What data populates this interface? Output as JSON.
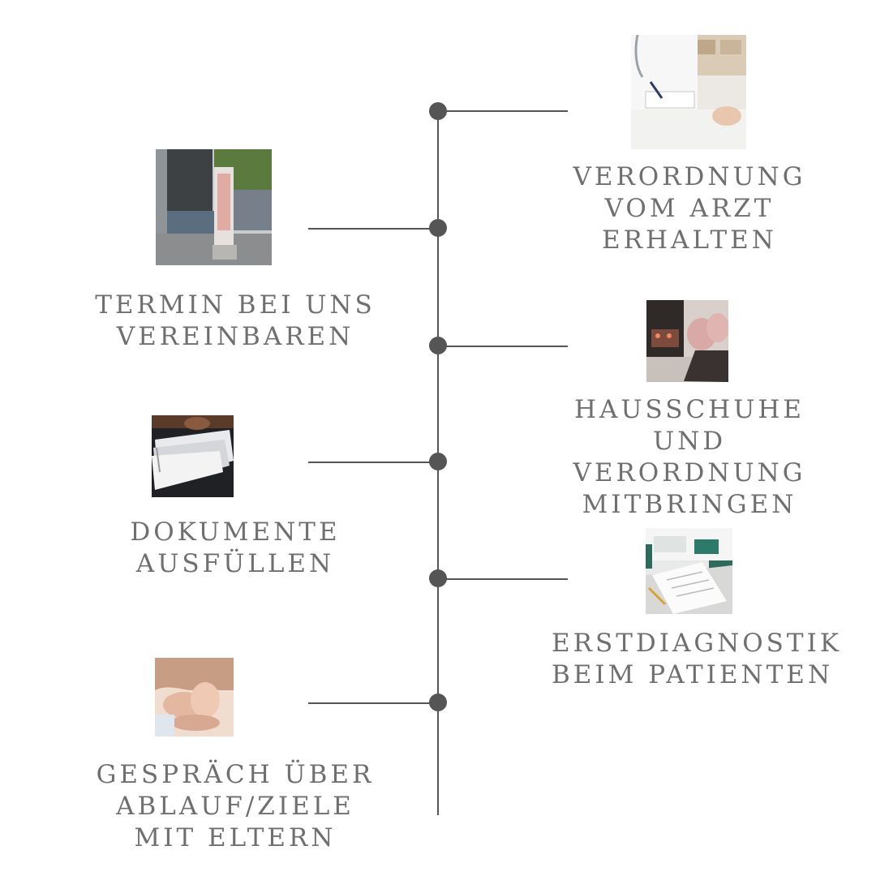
{
  "steps": [
    {
      "id": "verordnung",
      "side": "right",
      "image": "doctor-writing-prescription-photo",
      "lines": [
        "VERORDNUNG",
        "VOM ARZT",
        "ERHALTEN"
      ]
    },
    {
      "id": "termin",
      "side": "left",
      "image": "practice-building-sign-photo",
      "lines": [
        "TERMIN BEI UNS",
        "VEREINBAREN"
      ]
    },
    {
      "id": "hausschuhe",
      "side": "right",
      "image": "pink-slippers-photo",
      "lines": [
        "HAUSSCHUHE",
        "UND",
        "VERORDNUNG",
        "MITBRINGEN"
      ]
    },
    {
      "id": "dokumente",
      "side": "left",
      "image": "paper-documents-photo",
      "lines": [
        "DOKUMENTE",
        "AUSFÜLLEN"
      ]
    },
    {
      "id": "erstdiagnostik",
      "side": "right",
      "image": "diagnostic-forms-on-desk-photo",
      "lines": [
        "ERSTDIAGNOSTIK",
        "BEIM PATIENTEN"
      ]
    },
    {
      "id": "gespraech",
      "side": "left",
      "image": "holding-hands-photo",
      "lines": [
        "GESPRÄCH ÜBER",
        "ABLAUF/ZIELE",
        "MIT ELTERN"
      ]
    }
  ],
  "colors": {
    "line": "#555555",
    "text": "#6f6f6f",
    "background": "#ffffff"
  }
}
